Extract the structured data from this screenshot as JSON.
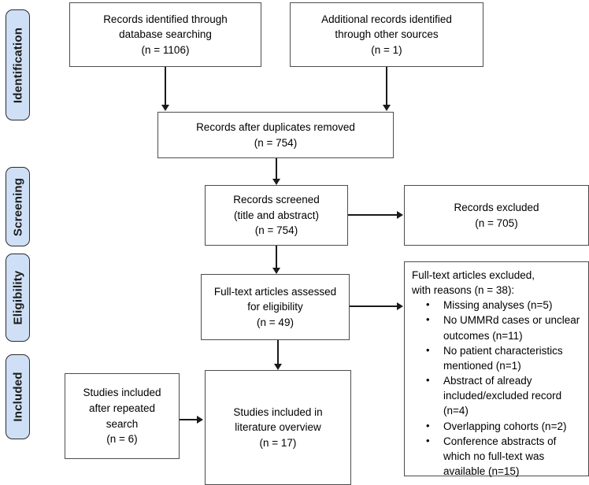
{
  "diagram": {
    "type": "prisma-flow-diagram",
    "stages": [
      {
        "id": "identification",
        "label": "Identification"
      },
      {
        "id": "screening",
        "label": "Screening"
      },
      {
        "id": "eligibility",
        "label": "Eligibility"
      },
      {
        "id": "included",
        "label": "Included"
      }
    ],
    "boxes": {
      "database_search": {
        "line1": "Records identified through",
        "line2": "database searching",
        "count": "(n = 1106)"
      },
      "other_sources": {
        "line1": "Additional records identified",
        "line2": "through other sources",
        "count": "(n = 1)"
      },
      "duplicates_removed": {
        "line1": "Records after duplicates removed",
        "count": "(n = 754)"
      },
      "records_screened": {
        "line1": "Records screened",
        "line2": "(title and abstract)",
        "count": "(n = 754)"
      },
      "records_excluded": {
        "line1": "Records excluded",
        "count": "(n = 705)"
      },
      "fulltext_assessed": {
        "line1": "Full-text articles assessed",
        "line2": "for eligibility",
        "count": "(n = 49)"
      },
      "fulltext_excluded": {
        "heading_line1": "Full-text articles excluded,",
        "heading_line2": "with reasons (n = 38):",
        "reasons": [
          "Missing analyses (n=5)",
          "No UMMRd cases or unclear outcomes (n=11)",
          "No patient characteristics mentioned (n=1)",
          "Abstract of already included/excluded record (n=4)",
          "Overlapping cohorts (n=2)",
          "Conference abstracts of which no full-text was available (n=15)"
        ]
      },
      "repeated_search": {
        "line1": "Studies included",
        "line2": "after repeated",
        "line3": "search",
        "count": "(n = 6)"
      },
      "final_included": {
        "line1": "Studies included in",
        "line2": "literature overview",
        "count": "(n = 17)"
      }
    },
    "colors": {
      "stage_tab_fill": "#cfe0f6",
      "stage_tab_border": "#2b2b2b",
      "box_border": "#4d4d4d",
      "connector": "#1a1a1a",
      "background": "#ffffff"
    }
  }
}
